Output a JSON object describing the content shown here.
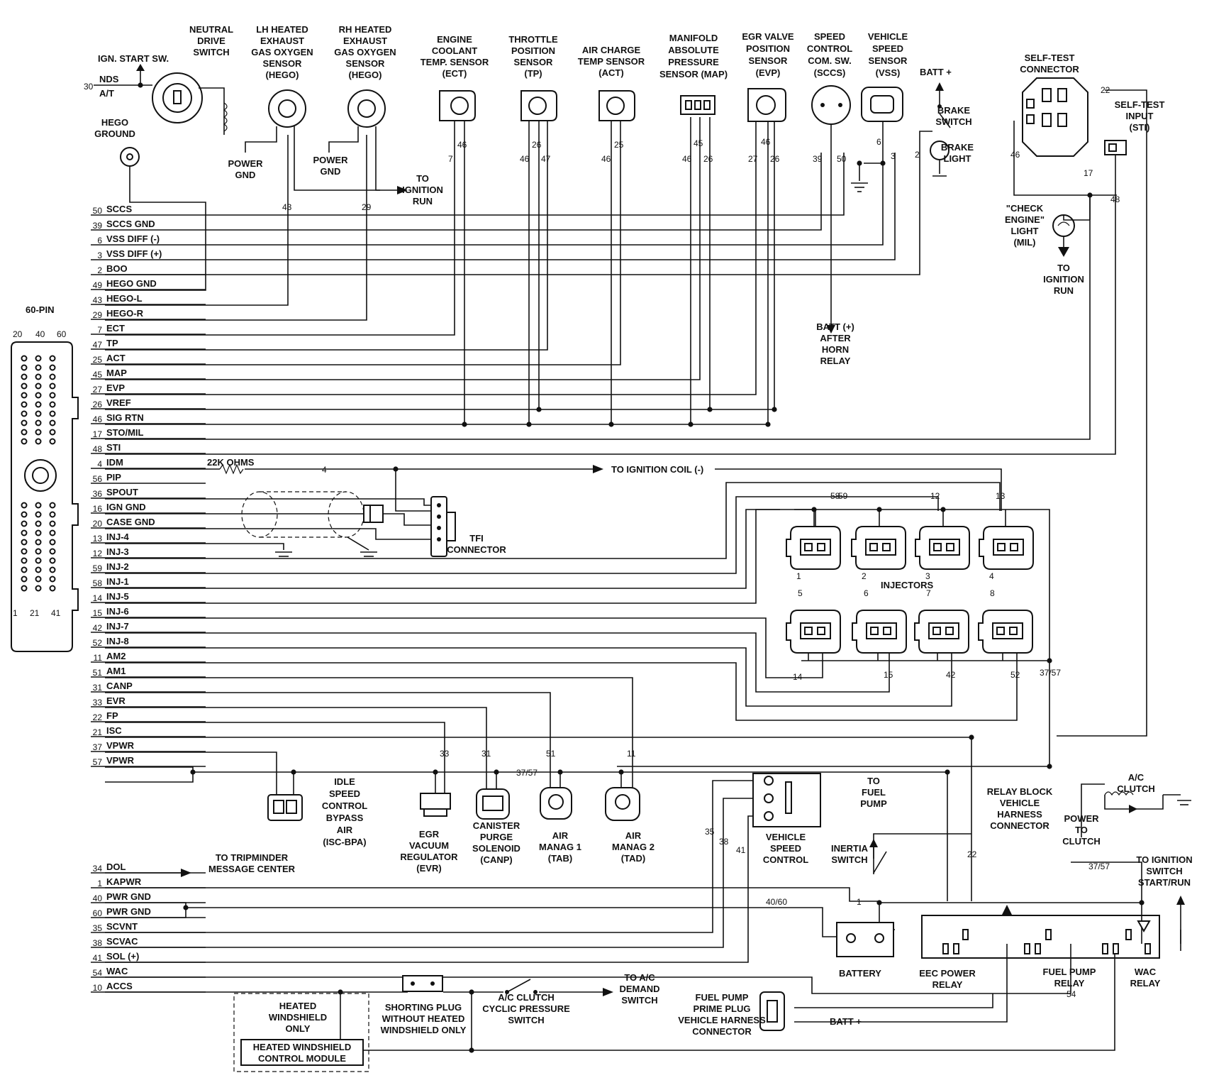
{
  "ecm_connector": {
    "title": "60-PIN",
    "top_pins": [
      "20",
      "40",
      "60"
    ],
    "bottom_pins": [
      "1",
      "21",
      "41"
    ]
  },
  "left_circuits": [
    {
      "pin": "50",
      "name": "SCCS"
    },
    {
      "pin": "39",
      "name": "SCCS GND"
    },
    {
      "pin": "6",
      "name": "VSS DIFF (-)"
    },
    {
      "pin": "3",
      "name": "VSS DIFF (+)"
    },
    {
      "pin": "2",
      "name": "BOO"
    },
    {
      "pin": "49",
      "name": "HEGO GND"
    },
    {
      "pin": "43",
      "name": "HEGO-L"
    },
    {
      "pin": "29",
      "name": "HEGO-R"
    },
    {
      "pin": "7",
      "name": "ECT"
    },
    {
      "pin": "47",
      "name": "TP"
    },
    {
      "pin": "25",
      "name": "ACT"
    },
    {
      "pin": "45",
      "name": "MAP"
    },
    {
      "pin": "27",
      "name": "EVP"
    },
    {
      "pin": "26",
      "name": "VREF"
    },
    {
      "pin": "46",
      "name": "SIG RTN"
    },
    {
      "pin": "17",
      "name": "STO/MIL"
    },
    {
      "pin": "48",
      "name": "STI"
    },
    {
      "pin": "4",
      "name": "IDM"
    },
    {
      "pin": "56",
      "name": "PIP"
    },
    {
      "pin": "36",
      "name": "SPOUT"
    },
    {
      "pin": "16",
      "name": "IGN GND"
    },
    {
      "pin": "20",
      "name": "CASE GND"
    },
    {
      "pin": "13",
      "name": "INJ-4"
    },
    {
      "pin": "12",
      "name": "INJ-3"
    },
    {
      "pin": "59",
      "name": "INJ-2"
    },
    {
      "pin": "58",
      "name": "INJ-1"
    },
    {
      "pin": "14",
      "name": "INJ-5"
    },
    {
      "pin": "15",
      "name": "INJ-6"
    },
    {
      "pin": "42",
      "name": "INJ-7"
    },
    {
      "pin": "52",
      "name": "INJ-8"
    },
    {
      "pin": "11",
      "name": "AM2"
    },
    {
      "pin": "51",
      "name": "AM1"
    },
    {
      "pin": "31",
      "name": "CANP"
    },
    {
      "pin": "33",
      "name": "EVR"
    },
    {
      "pin": "22",
      "name": "FP"
    },
    {
      "pin": "21",
      "name": "ISC"
    },
    {
      "pin": "37",
      "name": "VPWR"
    },
    {
      "pin": "57",
      "name": "VPWR"
    }
  ],
  "lower_circuits": [
    {
      "pin": "34",
      "name": "DOL"
    },
    {
      "pin": "1",
      "name": "KAPWR"
    },
    {
      "pin": "40",
      "name": "PWR GND"
    },
    {
      "pin": "60",
      "name": "PWR GND"
    },
    {
      "pin": "35",
      "name": "SCVNT"
    },
    {
      "pin": "38",
      "name": "SCVAC"
    },
    {
      "pin": "41",
      "name": "SOL (+)"
    },
    {
      "pin": "54",
      "name": "WAC"
    },
    {
      "pin": "10",
      "name": "ACCS"
    }
  ],
  "top_components": [
    {
      "id": "ign",
      "name": "IGN. START SW."
    },
    {
      "id": "nds",
      "name": [
        "NEUTRAL",
        "DRIVE",
        "SWITCH"
      ]
    },
    {
      "id": "lhhego",
      "name": [
        "LH HEATED",
        "EXHAUST",
        "GAS OXYGEN",
        "SENSOR",
        "(HEGO)"
      ]
    },
    {
      "id": "rhhego",
      "name": [
        "RH HEATED",
        "EXHAUST",
        "GAS OXYGEN",
        "SENSOR",
        "(HEGO)"
      ]
    },
    {
      "id": "ect",
      "name": [
        "ENGINE",
        "COOLANT",
        "TEMP. SENSOR",
        "(ECT)"
      ]
    },
    {
      "id": "tp",
      "name": [
        "THROTTLE",
        "POSITION",
        "SENSOR",
        "(TP)"
      ]
    },
    {
      "id": "act",
      "name": [
        "AIR CHARGE",
        "TEMP SENSOR",
        "(ACT)"
      ]
    },
    {
      "id": "map",
      "name": [
        "MANIFOLD",
        "ABSOLUTE",
        "PRESSURE",
        "SENSOR (MAP)"
      ]
    },
    {
      "id": "evp",
      "name": [
        "EGR VALVE",
        "POSITION",
        "SENSOR",
        "(EVP)"
      ]
    },
    {
      "id": "sccs",
      "name": [
        "SPEED",
        "CONTROL",
        "COM. SW.",
        "(SCCS)"
      ]
    },
    {
      "id": "vss",
      "name": [
        "VEHICLE",
        "SPEED",
        "SENSOR",
        "(VSS)"
      ]
    },
    {
      "id": "battp",
      "name": "BATT +"
    },
    {
      "id": "selftest",
      "name": [
        "SELF-TEST",
        "CONNECTOR"
      ]
    }
  ],
  "top_wire_labels": {
    "nds_pin": "30",
    "nds": "NDS",
    "at": "A/T",
    "hego_ground": [
      "HEGO",
      "GROUND"
    ],
    "power_gnd": [
      "POWER",
      "GND"
    ],
    "to_ign_run": [
      "TO",
      "IGNITION",
      "RUN"
    ],
    "lh": "43",
    "rh": "29",
    "ect": [
      "46",
      "7"
    ],
    "tp": [
      "26",
      "46",
      "47"
    ],
    "act": [
      "25",
      "46"
    ],
    "map": [
      "45",
      "46",
      "26"
    ],
    "evp": [
      "46",
      "27",
      "26"
    ],
    "sccs": [
      "39",
      "50"
    ],
    "vss": [
      "6",
      "3"
    ],
    "brake_pin": "2",
    "brake_switch": [
      "BRAKE",
      "SWITCH"
    ],
    "brake_light": [
      "BRAKE",
      "LIGHT"
    ],
    "st_46": "46",
    "st_22": "22",
    "st_17": "17",
    "sti_48": "48",
    "sti": [
      "SELF-TEST",
      "INPUT",
      "(STI)"
    ],
    "mil": [
      "\"CHECK",
      "ENGINE\"",
      "LIGHT",
      "(MIL)"
    ],
    "mil_to_ign": [
      "TO",
      "IGNITION",
      "RUN"
    ],
    "horn": [
      "BATT (+)",
      "AFTER",
      "HORN",
      "RELAY"
    ]
  },
  "ignition": {
    "resistor": "22K OHMS",
    "pin4": "4",
    "to_coil": "TO IGNITION COIL (-)",
    "tfi": [
      "TFI",
      "CONNECTOR"
    ]
  },
  "injectors": {
    "title": "INJECTORS",
    "upper_numbers": [
      "1",
      "2",
      "3",
      "4"
    ],
    "lower_numbers": [
      "5",
      "6",
      "7",
      "8"
    ],
    "upper_wires": [
      "58",
      "59",
      "12",
      "13"
    ],
    "lower_wires": [
      "14",
      "15",
      "42",
      "52"
    ],
    "feed": "37/57"
  },
  "bottom_components": {
    "iscbpa": [
      "IDLE",
      "SPEED",
      "CONTROL",
      "BYPASS",
      "AIR",
      "(ISC-BPA)"
    ],
    "evr": [
      "EGR",
      "VACUUM",
      "REGULATOR",
      "(EVR)"
    ],
    "canp": [
      "CANISTER",
      "PURGE",
      "SOLENOID",
      "(CANP)"
    ],
    "tab": [
      "AIR",
      "MANAG 1",
      "(TAB)"
    ],
    "tad": [
      "AIR",
      "MANAG 2",
      "(TAD)"
    ],
    "wires": [
      "33",
      "31",
      "51",
      "11"
    ],
    "vpwr_feed": "37/57",
    "vsc": [
      "VEHICLE",
      "SPEED",
      "CONTROL"
    ],
    "vsc_wires": [
      "35",
      "38",
      "41"
    ],
    "to_fuel_pump": [
      "TO",
      "FUEL",
      "PUMP"
    ],
    "inertia": [
      "INERTIA",
      "SWITCH"
    ],
    "relay_block": [
      "RELAY BLOCK",
      "VEHICLE",
      "HARNESS",
      "CONNECTOR"
    ],
    "power_to_clutch": [
      "POWER",
      "TO",
      "CLUTCH"
    ],
    "ac_clutch": [
      "A/C",
      "CLUTCH"
    ],
    "to_ign_switch": [
      "TO IGNITION",
      "SWITCH",
      "START/RUN"
    ],
    "tripminder": [
      "TO TRIPMINDER",
      "MESSAGE CENTER"
    ],
    "battery": "BATTERY",
    "eec_relay": [
      "EEC POWER",
      "RELAY"
    ],
    "fp_relay": [
      "FUEL PUMP",
      "RELAY"
    ],
    "wac_relay": [
      "WAC",
      "RELAY"
    ],
    "fp_prime": [
      "FUEL PUMP",
      "PRIME PLUG",
      "VEHICLE HARNESS",
      "CONNECTOR"
    ],
    "batt_plus": "BATT +",
    "w_22": "22",
    "w_1": "1",
    "w_4060": "40/60",
    "w_3757": "37/57",
    "w_54": "54",
    "ac_cyc": [
      "A/C CLUTCH",
      "CYCLIC PRESSURE",
      "SWITCH"
    ],
    "to_ac_demand": [
      "TO A/C",
      "DEMAND",
      "SWITCH"
    ],
    "shorting_plug": [
      "SHORTING PLUG",
      "WITHOUT HEATED",
      "WINDSHIELD ONLY"
    ],
    "heated_ws": [
      "HEATED",
      "WINDSHIELD",
      "ONLY"
    ],
    "hwcm": [
      "HEATED WINDSHIELD",
      "CONTROL MODULE"
    ]
  }
}
